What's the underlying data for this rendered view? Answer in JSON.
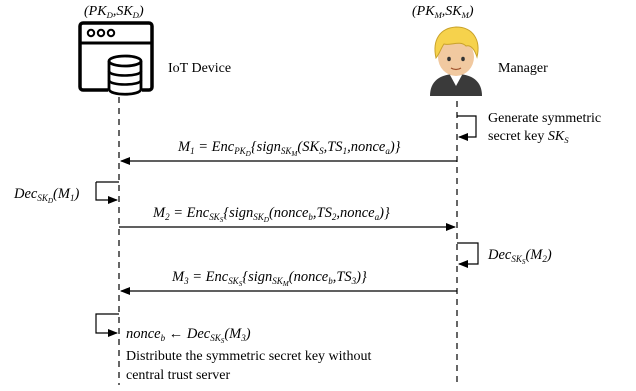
{
  "device": {
    "key_label": {
      "open": "(",
      "pk": "PK",
      "pk_sub": "D",
      "comma": ",",
      "sk": "SK",
      "sk_sub": "D",
      "close": ")"
    },
    "name": "IoT Device"
  },
  "manager": {
    "key_label": {
      "open": "(",
      "pk": "PK",
      "pk_sub": "M",
      "comma": ",",
      "sk": "SK",
      "sk_sub": "M",
      "close": ")"
    },
    "name": "Manager"
  },
  "steps": {
    "gen_line1": "Generate symmetric",
    "gen_line2_prefix": "secret key ",
    "gen_key": "SK",
    "gen_key_sub": "S",
    "m1": {
      "lhs": "M",
      "lhs_sub": "1",
      "eq": " = ",
      "enc": "Enc",
      "enc_sub": "PK",
      "enc_sub_sub": "D",
      "sign": "{sign",
      "sign_sub": "SK",
      "sign_sub_sub": "M",
      "args_a": "(SK",
      "args_a_sub": "S",
      "args_b": ",TS",
      "args_b_sub": "1",
      "args_c": ",nonce",
      "args_c_sub": "a",
      "close": ")}"
    },
    "dec1": {
      "dec": "Dec",
      "dec_sub": "SK",
      "dec_sub_sub": "D",
      "arg": "(M",
      "arg_sub": "1",
      "close": ")"
    },
    "m2": {
      "lhs": "M",
      "lhs_sub": "2",
      "eq": " = ",
      "enc": "Enc",
      "enc_sub": "SK",
      "enc_sub_sub": "S",
      "sign": "{sign",
      "sign_sub": "SK",
      "sign_sub_sub": "D",
      "args_a": "(nonce",
      "args_a_sub": "b",
      "args_b": ",TS",
      "args_b_sub": "2",
      "args_c": ",nonce",
      "args_c_sub": "a",
      "close": ")}"
    },
    "dec2": {
      "dec": "Dec",
      "dec_sub": "SK",
      "dec_sub_sub": "S",
      "arg": "(M",
      "arg_sub": "2",
      "close": ")"
    },
    "m3": {
      "lhs": "M",
      "lhs_sub": "3",
      "eq": " = ",
      "enc": "Enc",
      "enc_sub": "SK",
      "enc_sub_sub": "S",
      "sign": "{sign",
      "sign_sub": "SK",
      "sign_sub_sub": "M",
      "args_a": "(nonce",
      "args_a_sub": "b",
      "args_b": ",TS",
      "args_b_sub": "3",
      "close": ")}"
    },
    "final": {
      "nonce": "nonce",
      "nonce_sub": "b",
      "arrow": " ← ",
      "dec": "Dec",
      "dec_sub": "SK",
      "dec_sub_sub": "S",
      "arg": "(M",
      "arg_sub": "3",
      "close": ")"
    },
    "dist_line1": "Distribute the symmetric secret key without",
    "dist_line2": "central trust server"
  }
}
